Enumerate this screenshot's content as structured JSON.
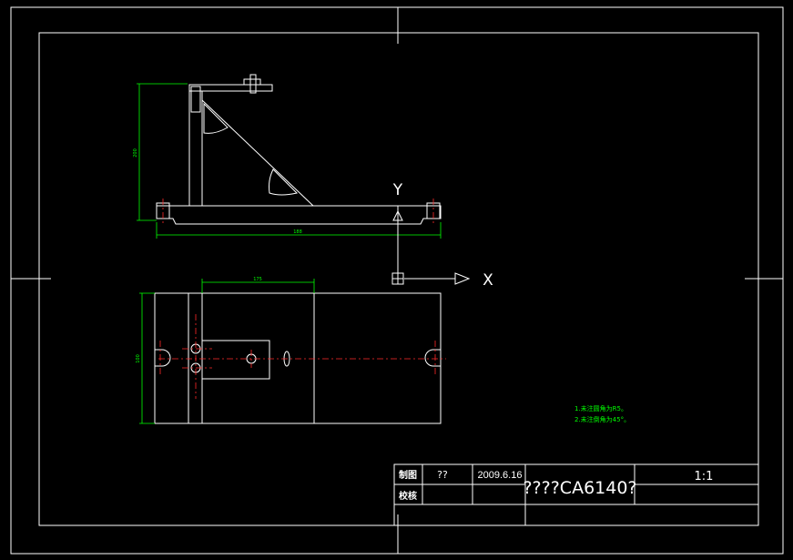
{
  "axes": {
    "y_label": "Y",
    "x_label": "X"
  },
  "dimensions": {
    "front_height": "200",
    "front_width": "188",
    "top_width": "175",
    "top_height": "100"
  },
  "notes": [
    "1.未注圆角为R5。",
    "2.未注倒角为45°。"
  ],
  "title_block": {
    "label_draw": "制图",
    "label_check": "校核",
    "drawer_name": "??",
    "date": "2009.6.16",
    "drawing_title": "????CA6140?",
    "scale": "1:1"
  },
  "colors": {
    "background": "#000000",
    "lines": "#ffffff",
    "dimensions": "#00ff00",
    "centerlines": "#ff2a2a",
    "hatch": "#ffffff"
  }
}
